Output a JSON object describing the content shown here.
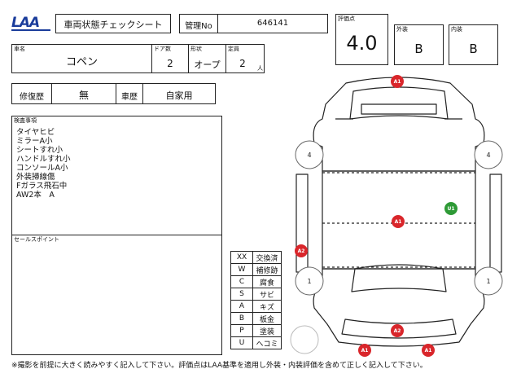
{
  "header": {
    "logo": "LAA",
    "title": "車両状態チェックシート",
    "mgmt_label": "管理No",
    "mgmt_value": "646141"
  },
  "evaluation": {
    "score_label": "評価点",
    "score": "4.0",
    "exterior_label": "外装",
    "exterior": "B",
    "interior_label": "内装",
    "interior": "B"
  },
  "vehicle": {
    "name_label": "車名",
    "name": "コペン",
    "doors_label": "ドア数",
    "doors": "2",
    "type_label": "形状",
    "type": "オープ",
    "capacity_label": "定員",
    "capacity": "2",
    "capacity_unit": "人"
  },
  "history": {
    "repair_label": "修復歴",
    "repair": "無",
    "usage_label": "車歴",
    "usage": "自家用"
  },
  "inspection": {
    "label": "検査事項",
    "items": [
      "タイヤヒビ",
      "ミラーA小",
      "シートすれ小",
      "ハンドルすれ小",
      "コンソールA小",
      "外装掃線傷",
      "Fガラス飛石中",
      "AW2本　A"
    ]
  },
  "sales_points": {
    "label": "セールスポイント"
  },
  "legend": [
    {
      "code": "XX",
      "desc": "交換済"
    },
    {
      "code": "W",
      "desc": "補修跡"
    },
    {
      "code": "C",
      "desc": "腐食"
    },
    {
      "code": "S",
      "desc": "サビ"
    },
    {
      "code": "A",
      "desc": "キズ"
    },
    {
      "code": "B",
      "desc": "板金"
    },
    {
      "code": "P",
      "desc": "塗装"
    },
    {
      "code": "U",
      "desc": "ヘコミ"
    }
  ],
  "diagram": {
    "marks": [
      {
        "label": "A1",
        "color": "#d9262b"
      },
      {
        "label": "A1",
        "color": "#d9262b"
      },
      {
        "label": "A2",
        "color": "#d9262b"
      },
      {
        "label": "U1",
        "color": "#2e9a36"
      },
      {
        "label": "A2",
        "color": "#d9262b"
      },
      {
        "label": "A1",
        "color": "#d9262b"
      },
      {
        "label": "A1",
        "color": "#d9262b"
      }
    ],
    "tires": [
      "4",
      "4",
      "1",
      "1"
    ]
  },
  "footer": "※撮影を前提に大きく読みやすく記入して下さい。評価点はLAA基準を適用し外装・内装評価を含めて正しく記入して下さい。"
}
